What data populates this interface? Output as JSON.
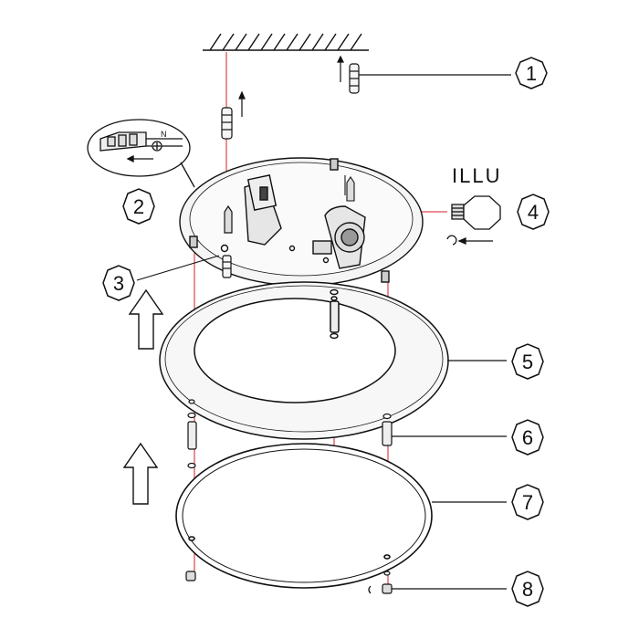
{
  "diagram": {
    "bulb_label": "ILLU",
    "compass_letter": "N",
    "callouts": [
      "1",
      "2",
      "3",
      "4",
      "5",
      "6",
      "7",
      "8"
    ],
    "colors": {
      "line": "#111111",
      "guide": "#d21f2a",
      "fill_light": "#f5f5f5",
      "fill_mid": "#e6e6e6"
    }
  }
}
